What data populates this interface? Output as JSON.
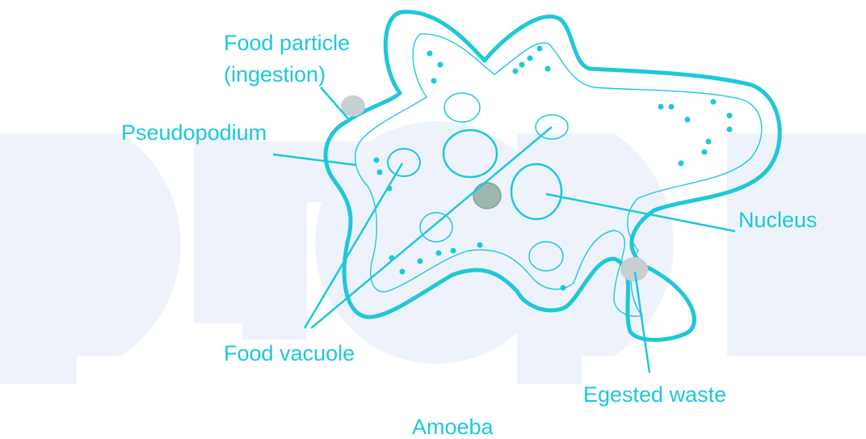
{
  "diagram": {
    "caption": "Amoeba",
    "labels": {
      "food_particle_line1": "Food particle",
      "food_particle_line2": "(ingestion)",
      "pseudopodium": "Pseudopodium",
      "nucleus": "Nucleus",
      "food_vacuole": "Food vacuole",
      "egested_waste": "Egested waste"
    },
    "colors": {
      "label": "#1ec8d8",
      "outline": "#1ec8d8",
      "watermark": "#eef3fb",
      "particle": "#c8cfd2",
      "nucleus_dark": "#9ab8b0"
    }
  }
}
